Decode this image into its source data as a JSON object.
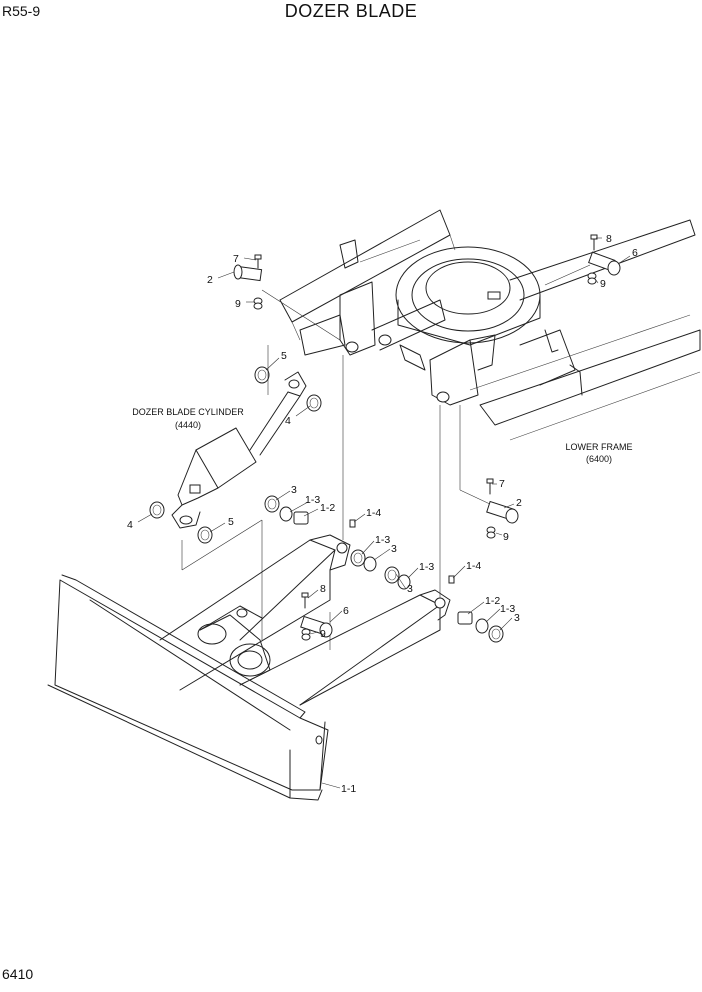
{
  "header": {
    "model": "R55-9",
    "title": "DOZER BLADE"
  },
  "footer": {
    "page_number": "6410"
  },
  "assemblies": [
    {
      "name": "DOZER BLADE CYLINDER",
      "code": "(4440)"
    },
    {
      "name": "LOWER FRAME",
      "code": "(6400)"
    }
  ],
  "callouts": [
    "7",
    "2",
    "9",
    "8",
    "6",
    "9",
    "5",
    "4",
    "3",
    "1-3",
    "1-2",
    "1-4",
    "4",
    "5",
    "1-3",
    "3",
    "3",
    "1-3",
    "7",
    "2",
    "9",
    "1-4",
    "8",
    "6",
    "9",
    "1-2",
    "1-3",
    "3",
    "1-1"
  ]
}
